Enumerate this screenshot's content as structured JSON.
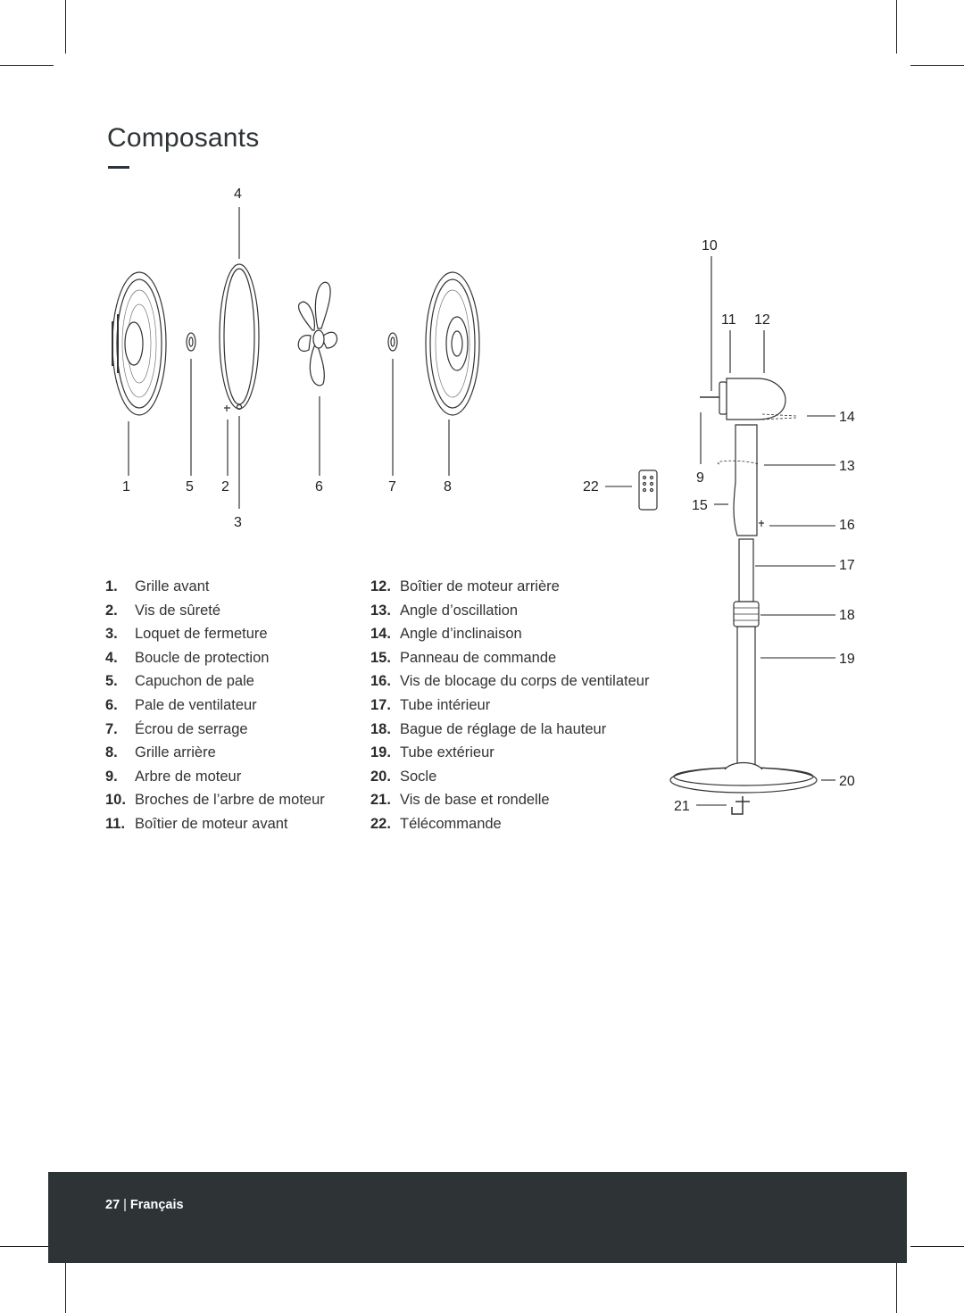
{
  "page": {
    "title": "Composants",
    "footer": {
      "page_number": "27",
      "separator": "|",
      "language": "Français"
    }
  },
  "callouts": [
    "1",
    "2",
    "3",
    "4",
    "5",
    "6",
    "7",
    "8",
    "9",
    "10",
    "11",
    "12",
    "13",
    "14",
    "15",
    "16",
    "17",
    "18",
    "19",
    "20",
    "21",
    "22"
  ],
  "parts_list": [
    {
      "num": "1.",
      "label": "Grille avant"
    },
    {
      "num": "2.",
      "label": "Vis de sûreté"
    },
    {
      "num": "3.",
      "label": "Loquet de fermeture"
    },
    {
      "num": "4.",
      "label": "Boucle de protection"
    },
    {
      "num": "5.",
      "label": "Capuchon de pale"
    },
    {
      "num": "6.",
      "label": "Pale de ventilateur"
    },
    {
      "num": "7.",
      "label": "Écrou de serrage"
    },
    {
      "num": "8.",
      "label": "Grille arrière"
    },
    {
      "num": "9.",
      "label": "Arbre de moteur"
    },
    {
      "num": "10.",
      "label": "Broches de l’arbre de moteur"
    },
    {
      "num": "11.",
      "label": "Boîtier de moteur avant"
    },
    {
      "num": "12.",
      "label": "Boîtier de moteur arrière"
    },
    {
      "num": "13.",
      "label": "Angle d’oscillation"
    },
    {
      "num": "14.",
      "label": "Angle d’inclinaison"
    },
    {
      "num": "15.",
      "label": "Panneau de commande"
    },
    {
      "num": "16.",
      "label": "Vis de blocage du corps de ventilateur"
    },
    {
      "num": "17.",
      "label": "Tube intérieur"
    },
    {
      "num": "18.",
      "label": "Bague de réglage de la hauteur"
    },
    {
      "num": "19.",
      "label": "Tube extérieur"
    },
    {
      "num": "20.",
      "label": "Socle"
    },
    {
      "num": "21.",
      "label": "Vis de base et rondelle"
    },
    {
      "num": "22.",
      "label": "Télécommande"
    }
  ]
}
